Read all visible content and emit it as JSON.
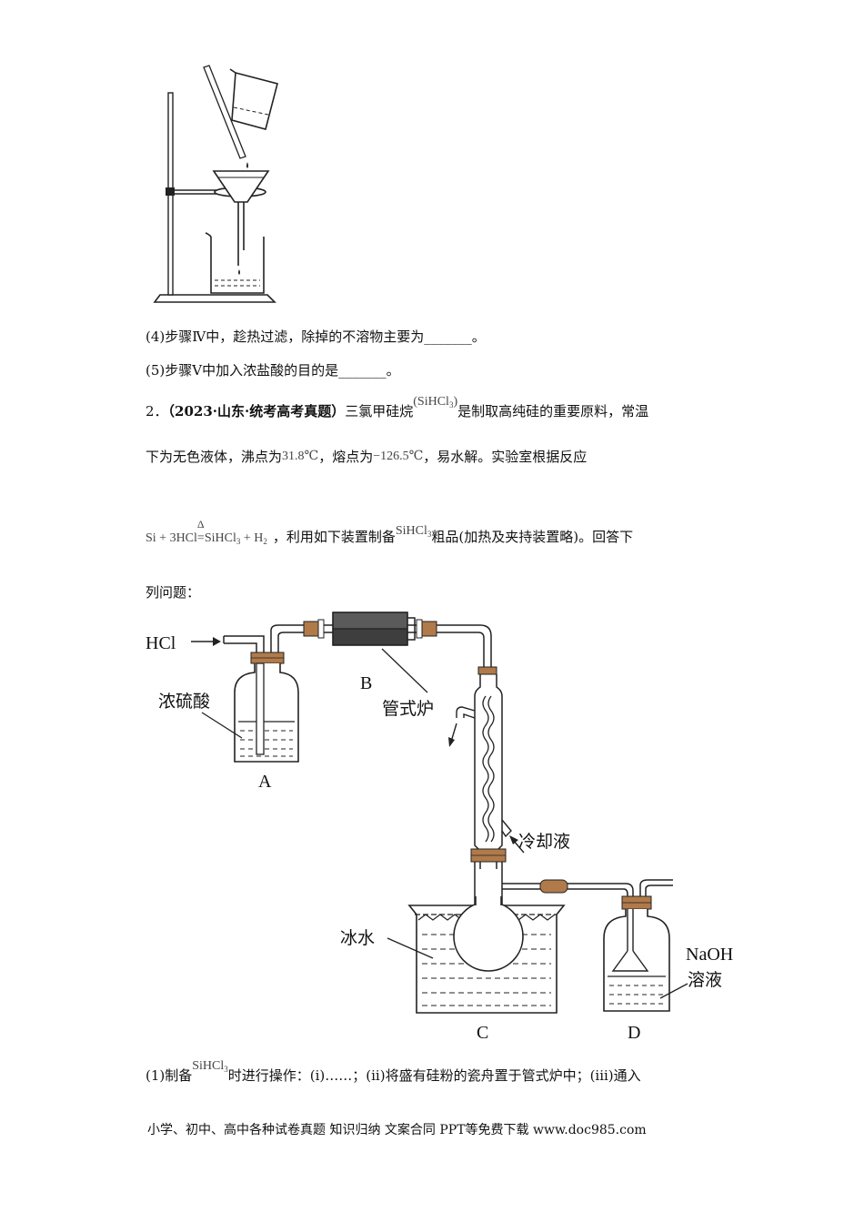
{
  "questions": {
    "q4": "(4)步骤Ⅳ中，趁热过滤，除掉的不溶物主要为_______。",
    "q5": "(5)步骤Ⅴ中加入浓盐酸的目的是_______。",
    "q2_num": "2．",
    "q2_source": "（2023·山东·统考高考真题）",
    "q2_line1_a": "三氯甲硅烷",
    "q2_line1_b": "是制取高纯硅的重要原料，常温",
    "q2_line2_a": "下为无色液体，沸点为",
    "q2_line2_b": "，熔点为",
    "q2_line2_c": "，易水解。实验室根据反应",
    "q2_line3_a": "，利用如下装置制备",
    "q2_line3_b": "粗品(加热及夹持装置略)。回答下",
    "q2_line4": "列问题：",
    "sub1_a": "(1)制备",
    "sub1_b": "时进行操作：(i)……；(ii)将盛有硅粉的瓷舟置于管式炉中；(iii)通入"
  },
  "formulas": {
    "sihcl3_paren": "(SiHCl",
    "sihcl3": "SiHCl",
    "sub3": "3",
    "close_paren": ")",
    "boiling_point": "31.8℃",
    "melting_point": "−126.5℃",
    "reaction_left": "Si + 3HCl",
    "reaction_arrow": "=",
    "reaction_delta": "Δ",
    "reaction_right": "SiHCl",
    "reaction_right_tail": " + H",
    "sub2": "2"
  },
  "diagram_labels": {
    "hcl": "HCl",
    "conc_h2so4": "浓硫酸",
    "a": "A",
    "b": "B",
    "tube_furnace": "管式炉",
    "coolant": "冷却液",
    "ice_water": "冰水",
    "c": "C",
    "d": "D",
    "naoh": "NaOH",
    "solution": "溶液"
  },
  "footer": "小学、初中、高中各种试卷真题  知识归纳  文案合同  PPT等免费下载     www.doc985.com"
}
